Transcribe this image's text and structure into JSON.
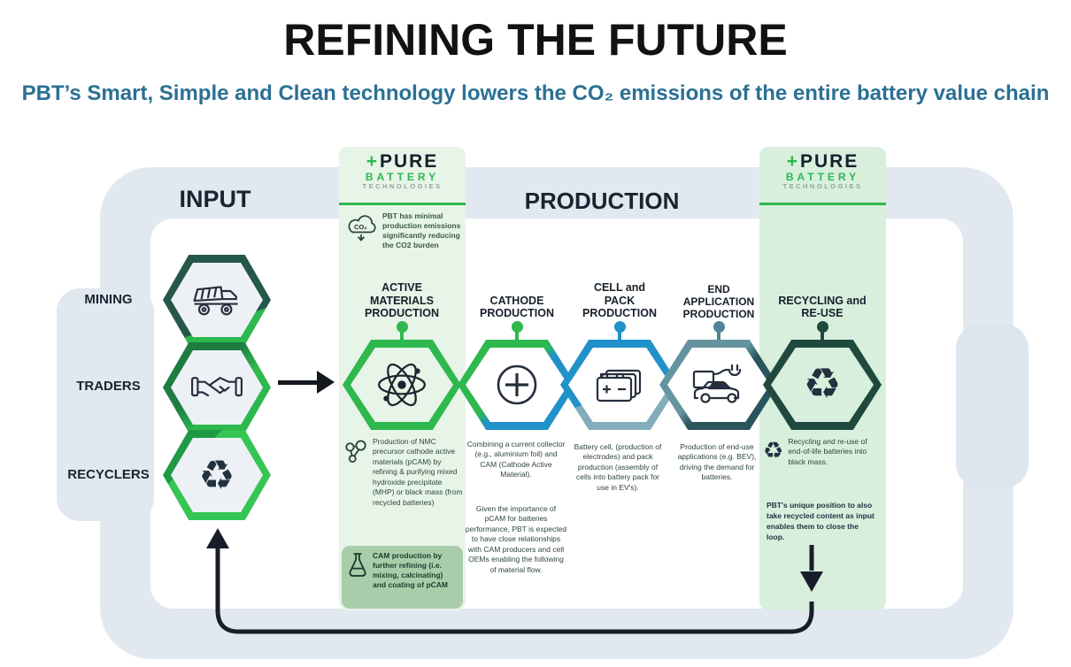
{
  "page": {
    "title": "REFINING THE FUTURE",
    "subtitle": "PBT’s Smart, Simple and Clean technology lowers the CO₂ emissions of the entire battery value chain"
  },
  "colors": {
    "accent_green": "#2eb84e",
    "dark_green_hex": "#20493d",
    "blue_hex": "#2191ca",
    "teal_hex": "#4d8694",
    "battery_band": "#e2e8f0",
    "column_green_bg": "#e7f4e8",
    "subtitle_blue": "#2b7094",
    "ink": "#1b2330"
  },
  "battery": {
    "input": {
      "label": "INPUT",
      "items": [
        {
          "label": "MINING",
          "icon": "dump-truck-icon"
        },
        {
          "label": "TRADERS",
          "icon": "handshake-icon"
        },
        {
          "label": "RECYCLERS",
          "icon": "recycle-icon"
        }
      ]
    },
    "production_label": "PRODUCTION",
    "logo": {
      "plus": "+",
      "name": "PURE",
      "line2": "BATTERY",
      "line3": "TECHNOLOGIES"
    },
    "co2_note": "PBT has minimal production emissions significantly reducing the CO2 burden",
    "columns": [
      {
        "header": "ACTIVE MATERIALS PRODUCTION",
        "icon": "atom-icon",
        "body": "Production of NMC precursor cathode active materials (pCAM) by refining & purifying mixed hydroxide precipitate (MHP) or black mass (from recycled batteries)",
        "subnote": "CAM production by further refining (i.e. mixing, calcinating) and coating of pCAM"
      },
      {
        "header": "CATHODE PRODUCTION",
        "icon": "cathode-plus-icon",
        "body": "Combining a current collector (e.g., aluminium foil) and CAM (Cathode Active Material).",
        "body2": "Given the importance of pCAM for batteries performance, PBT is expected to have close relationships with CAM producers and cell OEMs enabling the following of material flow."
      },
      {
        "header": "CELL and PACK PRODUCTION",
        "icon": "battery-pack-icon",
        "body": "Battery cell, (production of electrodes) and pack production (assembly of cells into battery pack for use in EV's)."
      },
      {
        "header": "END APPLICATION PRODUCTION",
        "icon": "ev-car-icon",
        "body": "Production of end-use applications (e.g. BEV), driving the demand for batteries."
      },
      {
        "header": "RECYCLING and RE-USE",
        "icon": "recycle-icon",
        "body": "Recycling and re-use of end-of-life batteries into black mass.",
        "note": "PBT's unique position to also take recycled content as input enables them to close the loop."
      }
    ]
  }
}
